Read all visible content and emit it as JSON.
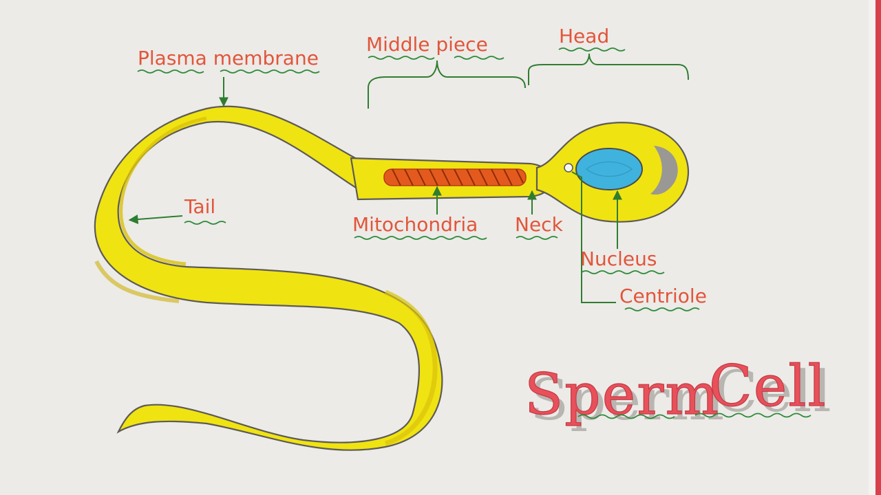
{
  "title": {
    "word1": "Sperm",
    "word2": "Cell"
  },
  "labels": {
    "plasma_membrane": "Plasma membrane",
    "middle_piece": "Middle piece",
    "head": "Head",
    "tail": "Tail",
    "mitochondria": "Mitochondria",
    "neck": "Neck",
    "nucleus": "Nucleus",
    "centriole": "Centriole"
  },
  "colors": {
    "body": "#f0e312",
    "body_shade": "#d9c20c",
    "nucleus": "#3fb3dd",
    "mitochondria": "#e45a1e",
    "label_text": "#e2553a",
    "leader_lines": "#2f7d2f",
    "title": "#e8505a"
  }
}
